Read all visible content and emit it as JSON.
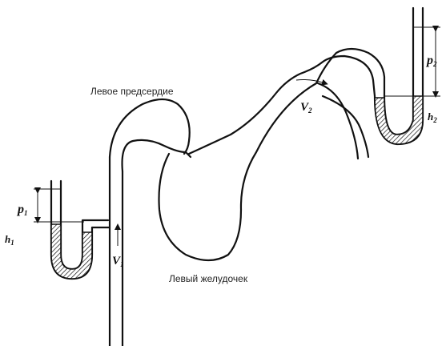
{
  "labels": {
    "left_atrium": "Левое предсердие",
    "left_ventricle": "Левый желудочек",
    "p1": {
      "main": "p",
      "sub": "1"
    },
    "p2": {
      "main": "p",
      "sub": "2"
    },
    "h1": {
      "main": "h",
      "sub": "1"
    },
    "h2": {
      "main": "h",
      "sub": "2"
    },
    "v1": {
      "main": "V",
      "sub": "1"
    },
    "v2": {
      "main": "V",
      "sub": "2"
    }
  }
}
